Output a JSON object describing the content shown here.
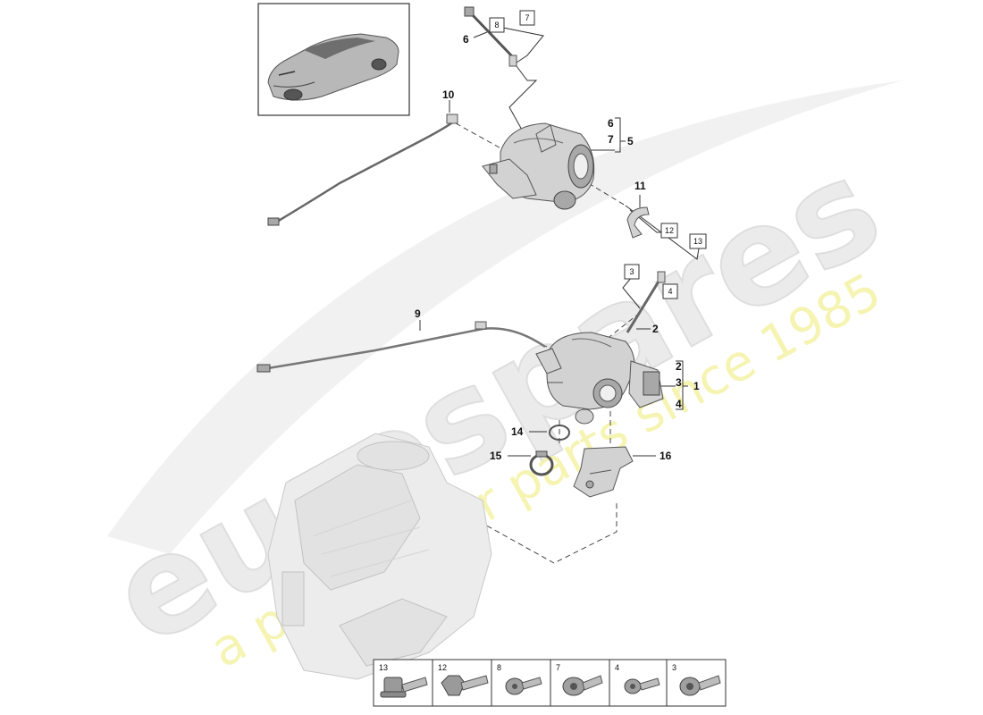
{
  "watermark": {
    "brand": "eurospares",
    "tagline": "a passion for parts since 1985"
  },
  "callouts": {
    "c1": "1",
    "c2": "2",
    "c2b": "2",
    "c3": "3",
    "c4": "4",
    "c5": "5",
    "c6": "6",
    "c6b": "6",
    "c7": "7",
    "c9": "9",
    "c10": "10",
    "c11": "11",
    "c14": "14",
    "c15": "15",
    "c16": "16"
  },
  "boxed": {
    "b3": "3",
    "b4": "4",
    "b7": "7",
    "b8": "8",
    "b12": "12",
    "b13": "13"
  },
  "fastener_table": [
    {
      "number": "13",
      "type": "flange-bolt"
    },
    {
      "number": "12",
      "type": "hex-bolt"
    },
    {
      "number": "8",
      "type": "torx-screw"
    },
    {
      "number": "7",
      "type": "torx-screw"
    },
    {
      "number": "4",
      "type": "torx-screw"
    },
    {
      "number": "3",
      "type": "torx-screw"
    }
  ]
}
